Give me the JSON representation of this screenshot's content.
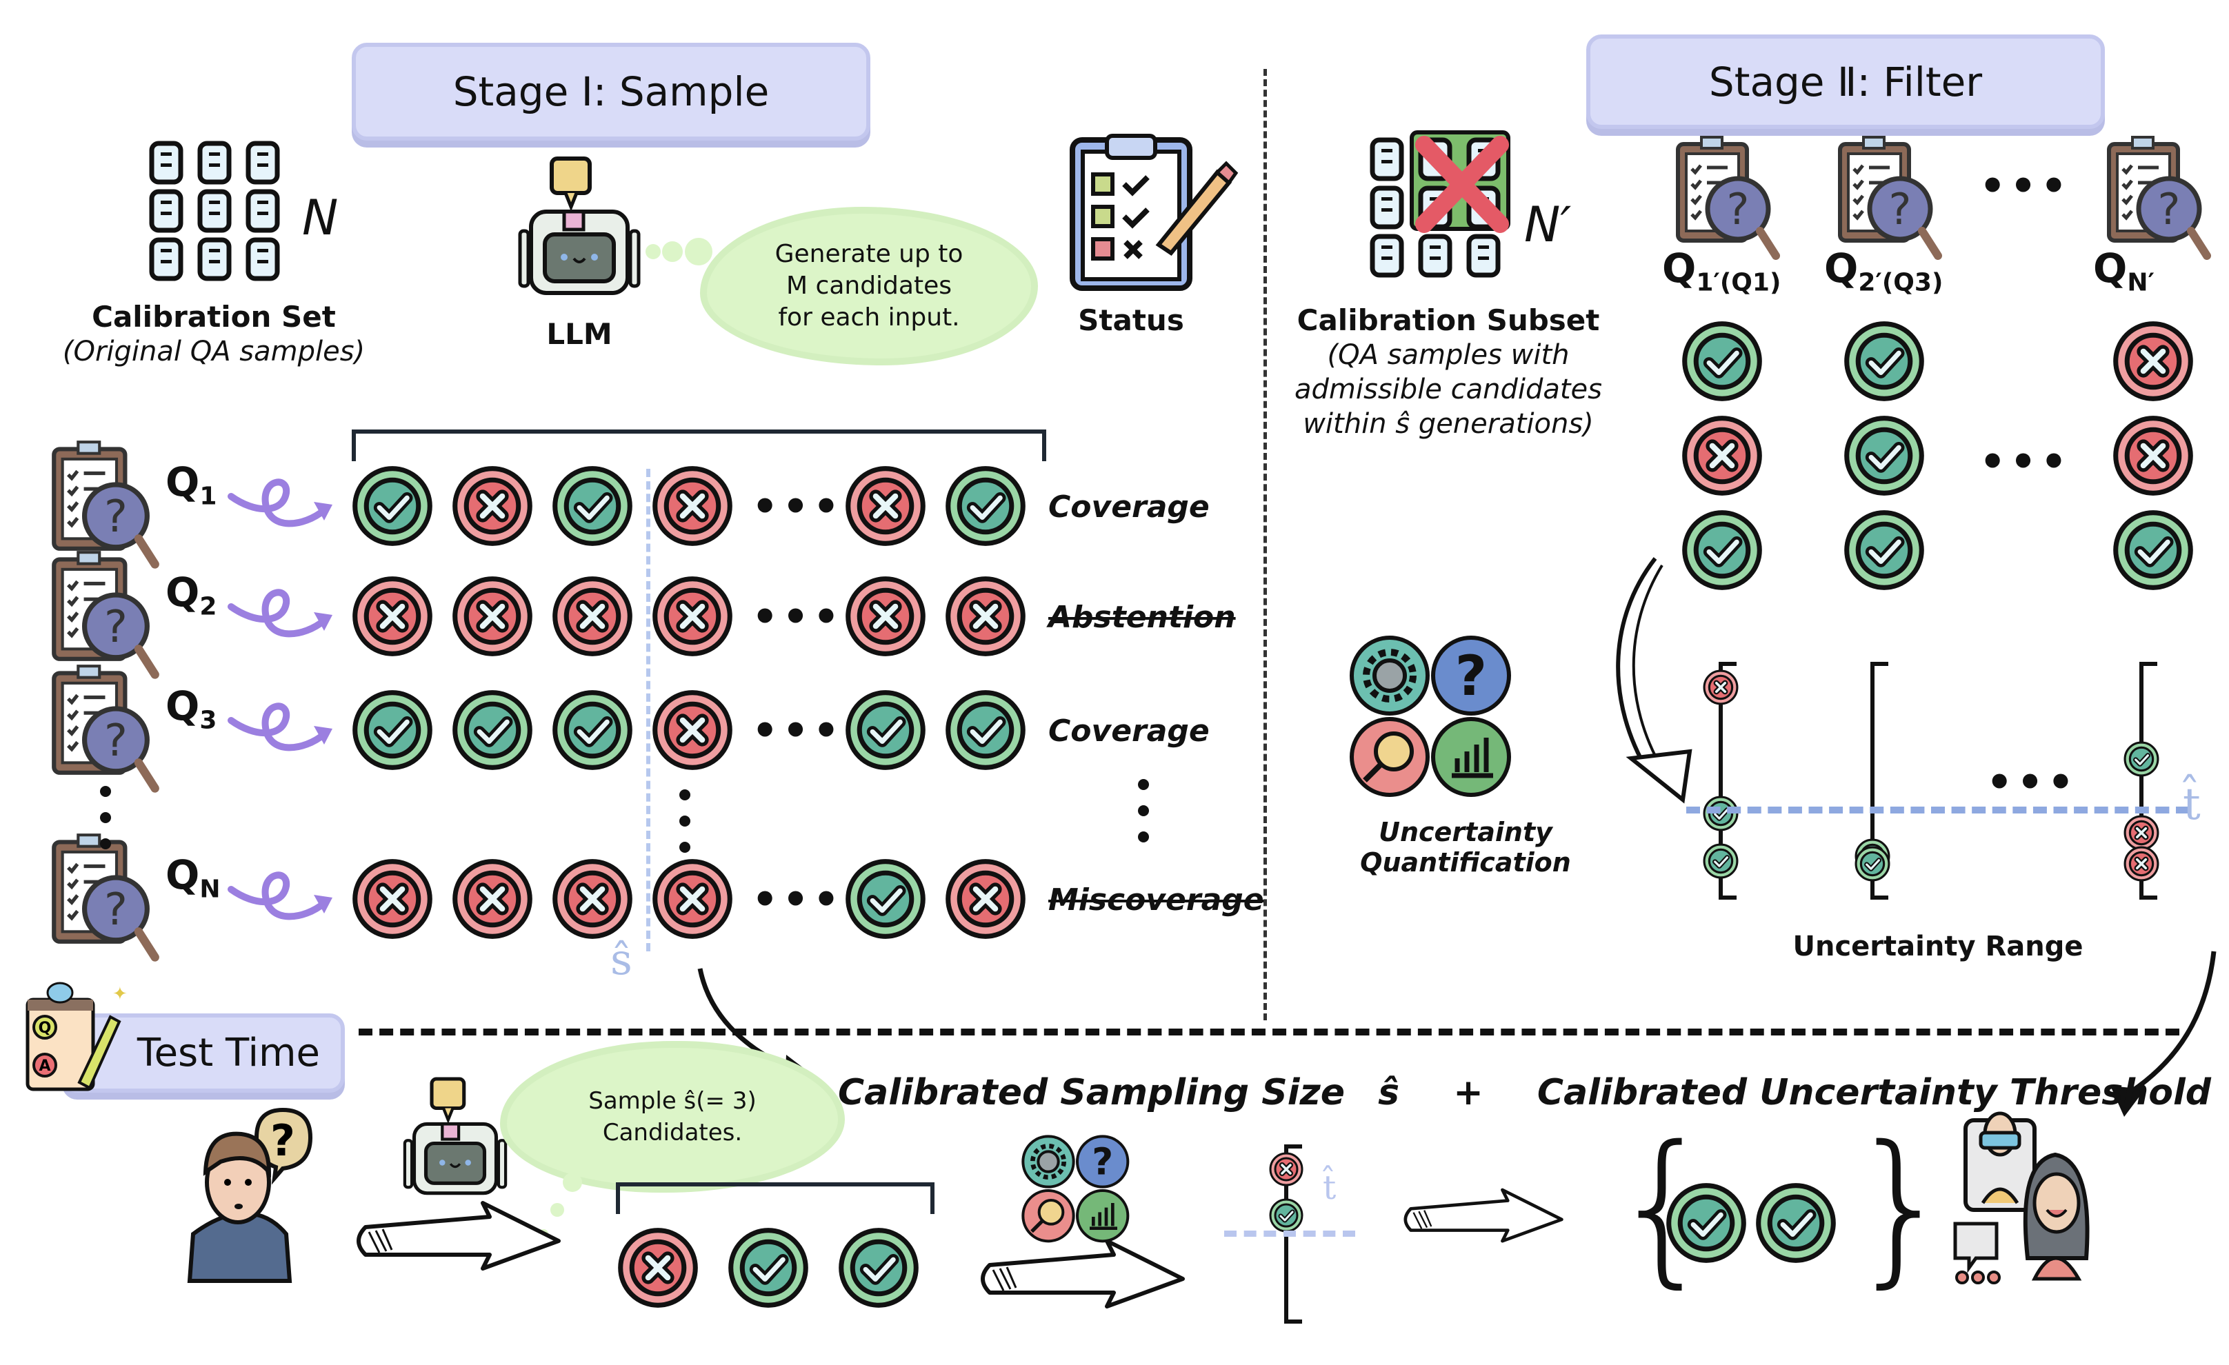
{
  "stage1": {
    "banner": "Stage Ⅰ: Sample",
    "calibration_set": {
      "title": "Calibration Set",
      "subtitle": "(Original QA samples)",
      "count_symbol": "N"
    },
    "llm": {
      "label": "LLM"
    },
    "thought_bubble": [
      "Generate up to",
      "M candidates",
      "for each input."
    ],
    "status": {
      "label": "Status"
    },
    "cutoff_symbol": "ŝ",
    "rows": [
      {
        "q": "Q",
        "sub": "1",
        "outcomes": [
          "check",
          "cross",
          "check",
          "cross",
          "...",
          "cross",
          "check"
        ],
        "status": "Coverage",
        "struck": false
      },
      {
        "q": "Q",
        "sub": "2",
        "outcomes": [
          "cross",
          "cross",
          "cross",
          "cross",
          "...",
          "cross",
          "cross"
        ],
        "status": "Abstention",
        "struck": true
      },
      {
        "q": "Q",
        "sub": "3",
        "outcomes": [
          "check",
          "check",
          "check",
          "cross",
          "...",
          "check",
          "check"
        ],
        "status": "Coverage",
        "struck": false
      },
      {
        "q": "Q",
        "sub": "N",
        "outcomes": [
          "cross",
          "cross",
          "cross",
          "cross",
          "...",
          "check",
          "cross"
        ],
        "status": "Miscoverage",
        "struck": true
      }
    ]
  },
  "stage2": {
    "banner": "Stage Ⅱ: Filter",
    "calibration_subset": {
      "title": "Calibration Subset",
      "subtitle": [
        "(QA samples with",
        "admissible candidates",
        "within ŝ generations)"
      ],
      "count_symbol": "N′"
    },
    "columns": [
      {
        "q": "Q",
        "sub": "1′(Q1)",
        "outcomes": [
          "check",
          "cross",
          "check"
        ]
      },
      {
        "q": "Q",
        "sub": "2′(Q3)",
        "outcomes": [
          "check",
          "check",
          "check"
        ]
      },
      {
        "q": "Q",
        "sub": "N′",
        "outcomes": [
          "cross",
          "cross",
          "check"
        ]
      }
    ],
    "uq_label": "Uncertainty Quantification",
    "range_label": "Uncertainty Range",
    "threshold_symbol": "t̂",
    "ranges": [
      {
        "points": [
          {
            "type": "cross",
            "pos": 0.05
          },
          {
            "type": "check",
            "pos": 0.58
          },
          {
            "type": "check",
            "pos": 0.78
          }
        ]
      },
      {
        "points": [
          {
            "type": "check",
            "pos": 0.76
          },
          {
            "type": "check",
            "pos": 0.79
          }
        ]
      },
      {
        "points": [
          {
            "type": "check",
            "pos": 0.35
          },
          {
            "type": "cross",
            "pos": 0.66
          },
          {
            "type": "cross",
            "pos": 0.79
          }
        ]
      }
    ]
  },
  "test_time": {
    "banner": "Test Time",
    "thought_bubble": [
      "Sample ŝ(= 3)",
      "Candidates."
    ],
    "formula": {
      "left": "Calibrated Sampling Size",
      "left_sym": "ŝ",
      "plus": "+",
      "right": "Calibrated Uncertainty Threshold",
      "right_sym": "t̂"
    },
    "candidates": [
      "cross",
      "check",
      "check"
    ],
    "final_set": [
      "check",
      "check"
    ],
    "threshold_symbol": "t̂"
  },
  "colors": {
    "check_fill": "#62b59e",
    "check_ring": "#9ad6a6",
    "cross_fill": "#e56d72",
    "cross_ring": "#ef9ea0",
    "banner_bg": "#d9dcf8",
    "threshold_line": "#8ea8e0",
    "arrow_purple": "#9b7fe0",
    "cloud": "#dcf5c8"
  }
}
